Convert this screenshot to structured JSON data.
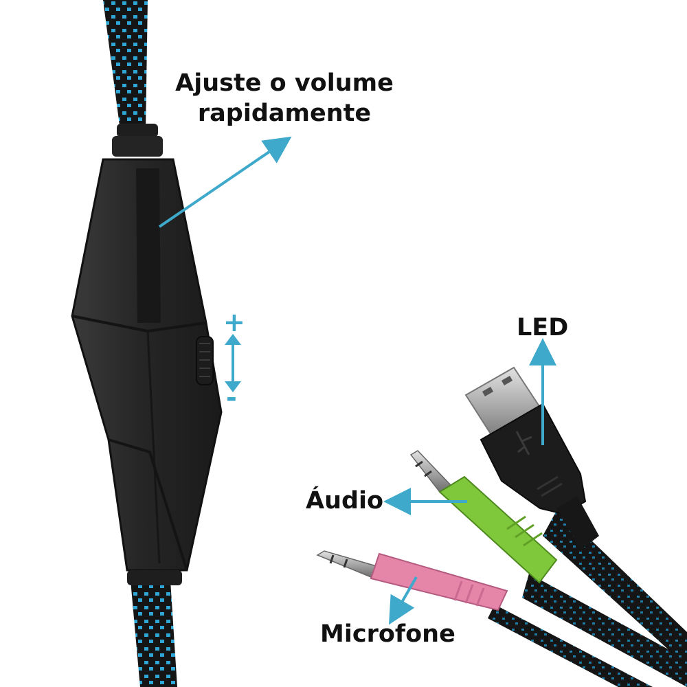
{
  "labels": {
    "volume_line1": "Ajuste o volume",
    "volume_line2": "rapidamente",
    "plus": "+",
    "minus": "-",
    "led": "LED",
    "audio": "Áudio",
    "microphone": "Microfone"
  },
  "colors": {
    "accent_arrow": "#3fa9cc",
    "cable_braid_black": "#151515",
    "cable_braid_blue": "#2ea6d6",
    "controller_body": "#262626",
    "audio_plug": "#7fc83c",
    "mic_plug": "#e585a8",
    "usb_plug": "#1c1c1c",
    "metal": "#b8b8b8"
  },
  "icons": [
    "usb-symbol-icon",
    "arrow-icon",
    "double-arrow-icon"
  ]
}
